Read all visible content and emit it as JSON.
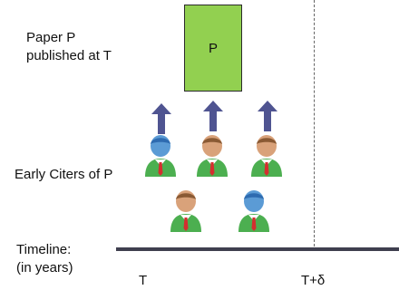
{
  "paper": {
    "label_line1": "Paper P",
    "label_line2": "published at T",
    "box_text": "P",
    "box_color": "#92d050"
  },
  "citers": {
    "label": "Early Citers of P",
    "count": 5
  },
  "timeline": {
    "label_line1": "Timeline:",
    "label_line2": "(in years)",
    "ticks": [
      "T",
      "T+δ"
    ]
  },
  "icons": {
    "arrow": "up-arrow-icon",
    "person": "person-icon"
  },
  "colors": {
    "arrow": "#4f5491",
    "axis": "#3f3f4f",
    "shirt": "#4caf50",
    "tie": "#d32f2f",
    "head_blue": "#5b9bd5",
    "head_tan": "#d9a27a"
  }
}
